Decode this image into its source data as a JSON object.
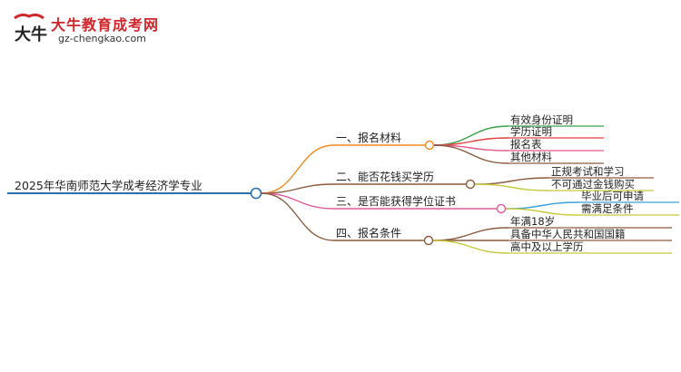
{
  "logo": {
    "title": "大牛教育成考网",
    "url": "gz-chengkao.com",
    "mark_text": "大牛"
  },
  "mindmap": {
    "root": "2025年华南师范大学成考经济学专业",
    "branches": [
      {
        "label": "一、报名材料",
        "color": "#f08a1c",
        "children": [
          {
            "label": "有效身份证明",
            "color": "#3aa14a"
          },
          {
            "label": "学历证明",
            "color": "#e0403a"
          },
          {
            "label": "报名表",
            "color": "#e05a8c"
          },
          {
            "label": "其他材料",
            "color": "#8b5a3c"
          }
        ]
      },
      {
        "label": "二、能否花钱买学历",
        "color": "#8b5a3c",
        "children": [
          {
            "label": "正规考试和学习",
            "color": "#8b5a3c"
          },
          {
            "label": "不可通过金钱购买",
            "color": "#c8c83a"
          }
        ]
      },
      {
        "label": "三、是否能获得学位证书",
        "color": "#e05a9c",
        "children": [
          {
            "label": "毕业后可申请",
            "color": "#3aa0d8"
          },
          {
            "label": "需满足条件",
            "color": "#c8c83a"
          }
        ]
      },
      {
        "label": "四、报名条件",
        "color": "#8b5a3c",
        "children": [
          {
            "label": "年满18岁",
            "color": "#8b5a3c"
          },
          {
            "label": "具备中华人民共和国国籍",
            "color": "#8b5a3c"
          },
          {
            "label": "高中及以上学历",
            "color": "#c8c83a"
          }
        ]
      }
    ]
  }
}
